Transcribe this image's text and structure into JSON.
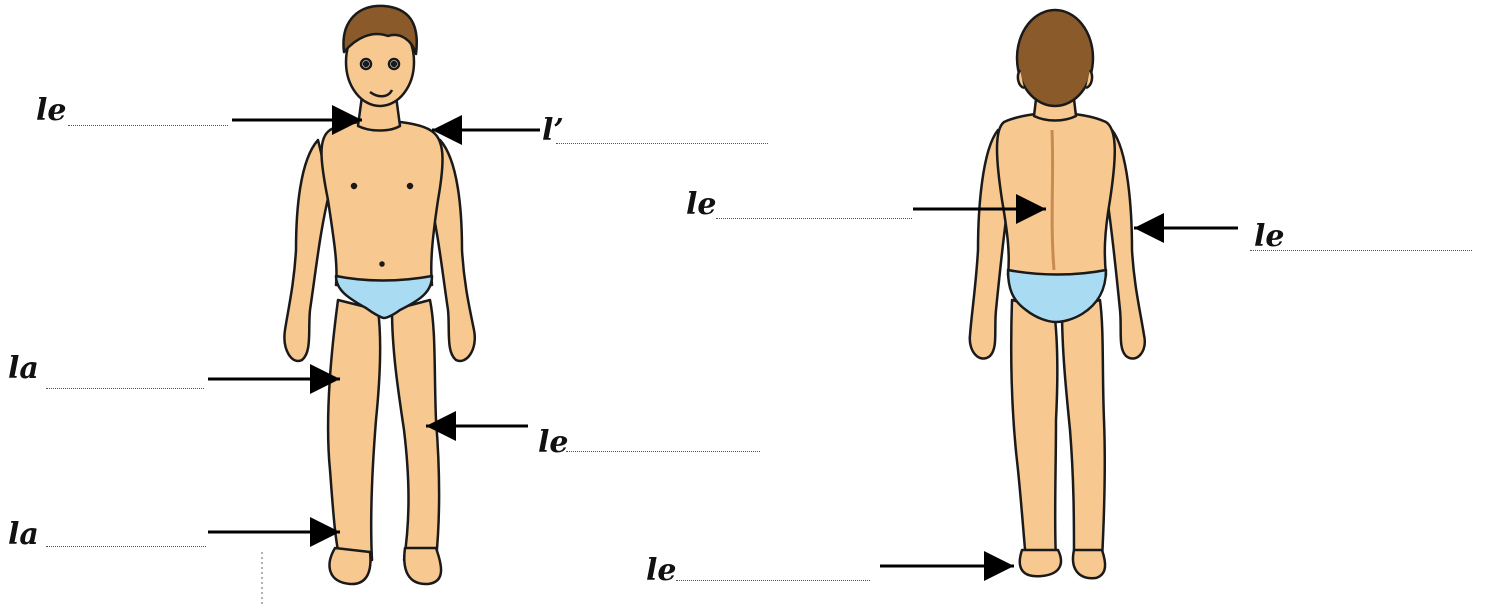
{
  "labels": {
    "front_neck": "le",
    "front_shoulder": "l’",
    "front_thigh": "la",
    "front_knee": "le",
    "front_ankle": "la",
    "back_spine": "le",
    "back_elbow": "le",
    "back_heel": "le"
  },
  "colors": {
    "skin": "#f7c88f",
    "skin_shadow": "#e9a86a",
    "hair": "#8a5a2b",
    "swimwear": "#a9dcf3",
    "outline": "#1a1a1a",
    "arrow": "#000000"
  }
}
